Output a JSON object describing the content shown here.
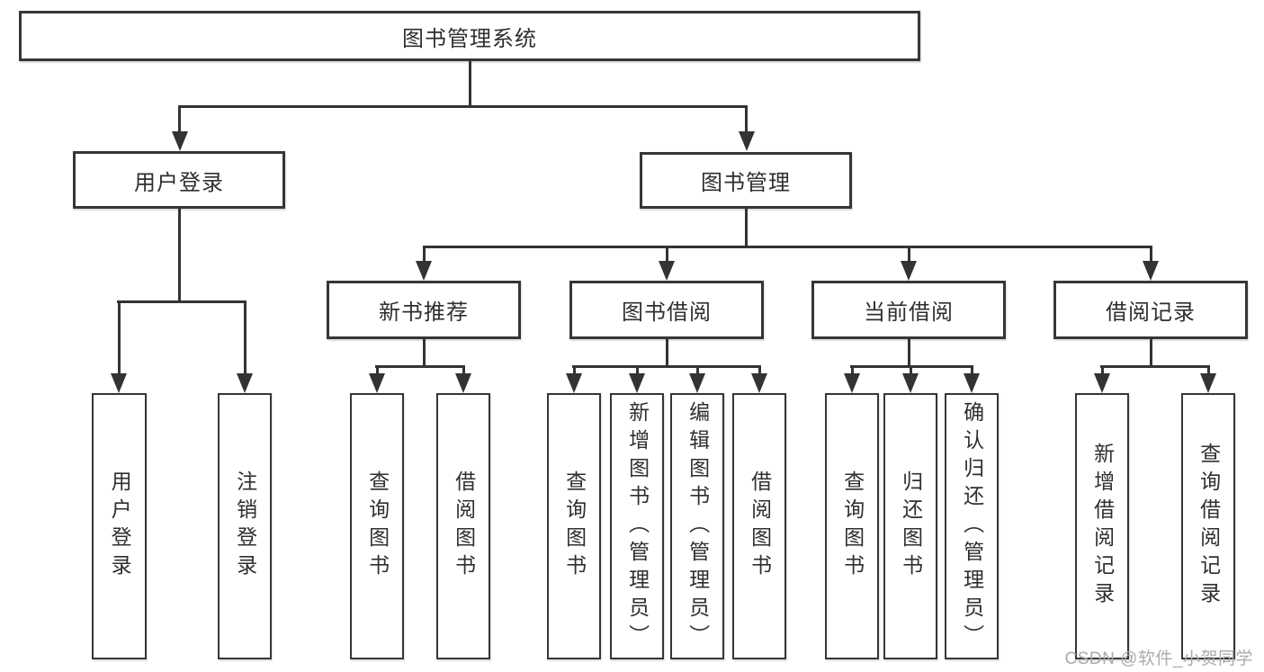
{
  "tree": {
    "label": "图书管理系统",
    "children": [
      {
        "label": "用户登录",
        "children": [
          {
            "label": "用户登录"
          },
          {
            "label": "注销登录"
          }
        ]
      },
      {
        "label": "图书管理",
        "children": [
          {
            "label": "新书推荐",
            "children": [
              {
                "label": "查询图书"
              },
              {
                "label": "借阅图书"
              }
            ]
          },
          {
            "label": "图书借阅",
            "children": [
              {
                "label": "查询图书"
              },
              {
                "label": "新增图书（管理员）"
              },
              {
                "label": "编辑图书（管理员）"
              },
              {
                "label": "借阅图书"
              }
            ]
          },
          {
            "label": "当前借阅",
            "children": [
              {
                "label": "查询图书"
              },
              {
                "label": "归还图书"
              },
              {
                "label": "确认归还（管理员）"
              }
            ]
          },
          {
            "label": "借阅记录",
            "children": [
              {
                "label": "新增借阅记录"
              },
              {
                "label": "查询借阅记录"
              }
            ]
          }
        ]
      }
    ]
  },
  "watermark": {
    "text": "CSDN @软件_小贺同学"
  },
  "colors": {
    "ink": "#333333",
    "box_border": "#363636",
    "watermark": "#ababab",
    "background": "#ffffff"
  }
}
